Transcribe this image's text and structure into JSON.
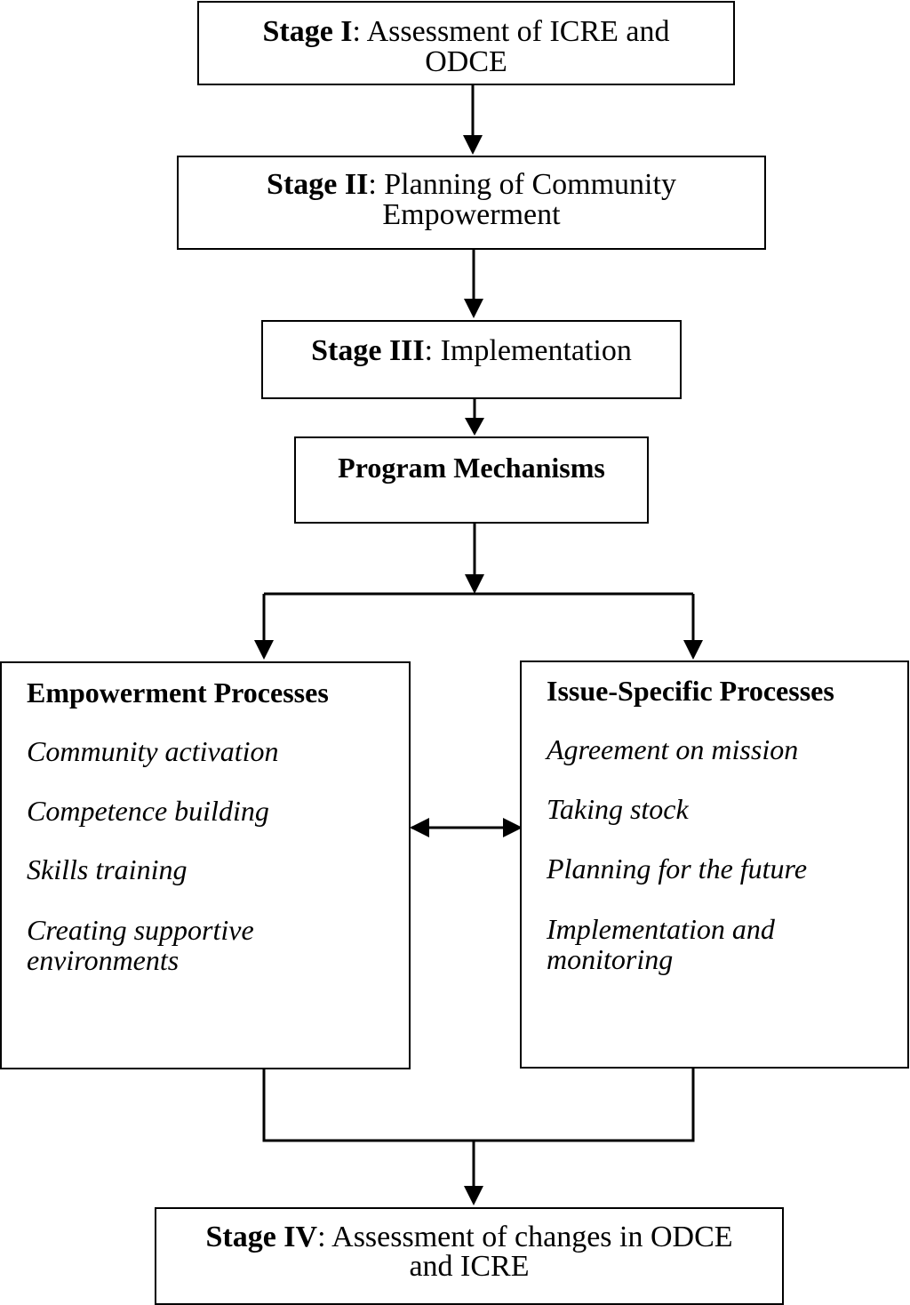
{
  "stage1": {
    "label": "Stage I",
    "text": ": Assessment of ICRE and",
    "text2": "ODCE"
  },
  "stage2": {
    "label": "Stage II",
    "text": ": Planning of Community",
    "text2": "Empowerment"
  },
  "stage3": {
    "label": "Stage III",
    "text": ": Implementation"
  },
  "mechanisms": {
    "title": "Program Mechanisms"
  },
  "empowerment": {
    "title": "Empowerment Processes",
    "items": [
      "Community activation",
      "Competence building",
      "Skills training",
      "Creating supportive",
      "environments"
    ]
  },
  "issue": {
    "title": "Issue-Specific Processes",
    "items": [
      "Agreement on mission",
      "Taking stock",
      "Planning for the future",
      "Implementation and",
      "monitoring"
    ]
  },
  "stage4": {
    "label": "Stage IV",
    "text": ": Assessment of changes in ODCE",
    "text2": "and ICRE"
  }
}
